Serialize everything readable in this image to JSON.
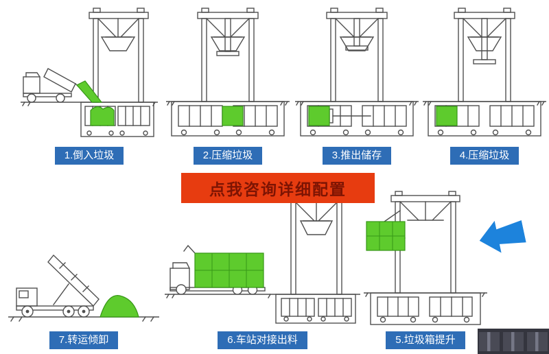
{
  "banner": {
    "text": "点我咨询详细配置"
  },
  "steps": [
    {
      "label": "1.倒入垃圾"
    },
    {
      "label": "2.压缩垃圾"
    },
    {
      "label": "3.推出储存"
    },
    {
      "label": "4.压缩垃圾"
    },
    {
      "label": "5.垃圾箱提升"
    },
    {
      "label": "6.车站对接出料"
    },
    {
      "label": "7.转运倾卸"
    }
  ],
  "colors": {
    "label_bg": "#2e6db6",
    "label_fg": "#ffffff",
    "banner_bg": "#e73c10",
    "banner_fg": "#7d1403",
    "garbage_green": "#5ecb2d",
    "arrow_blue": "#1d83dc",
    "line_gray": "#4f4f4f"
  },
  "icons": {
    "left_arrow": "left-arrow"
  }
}
